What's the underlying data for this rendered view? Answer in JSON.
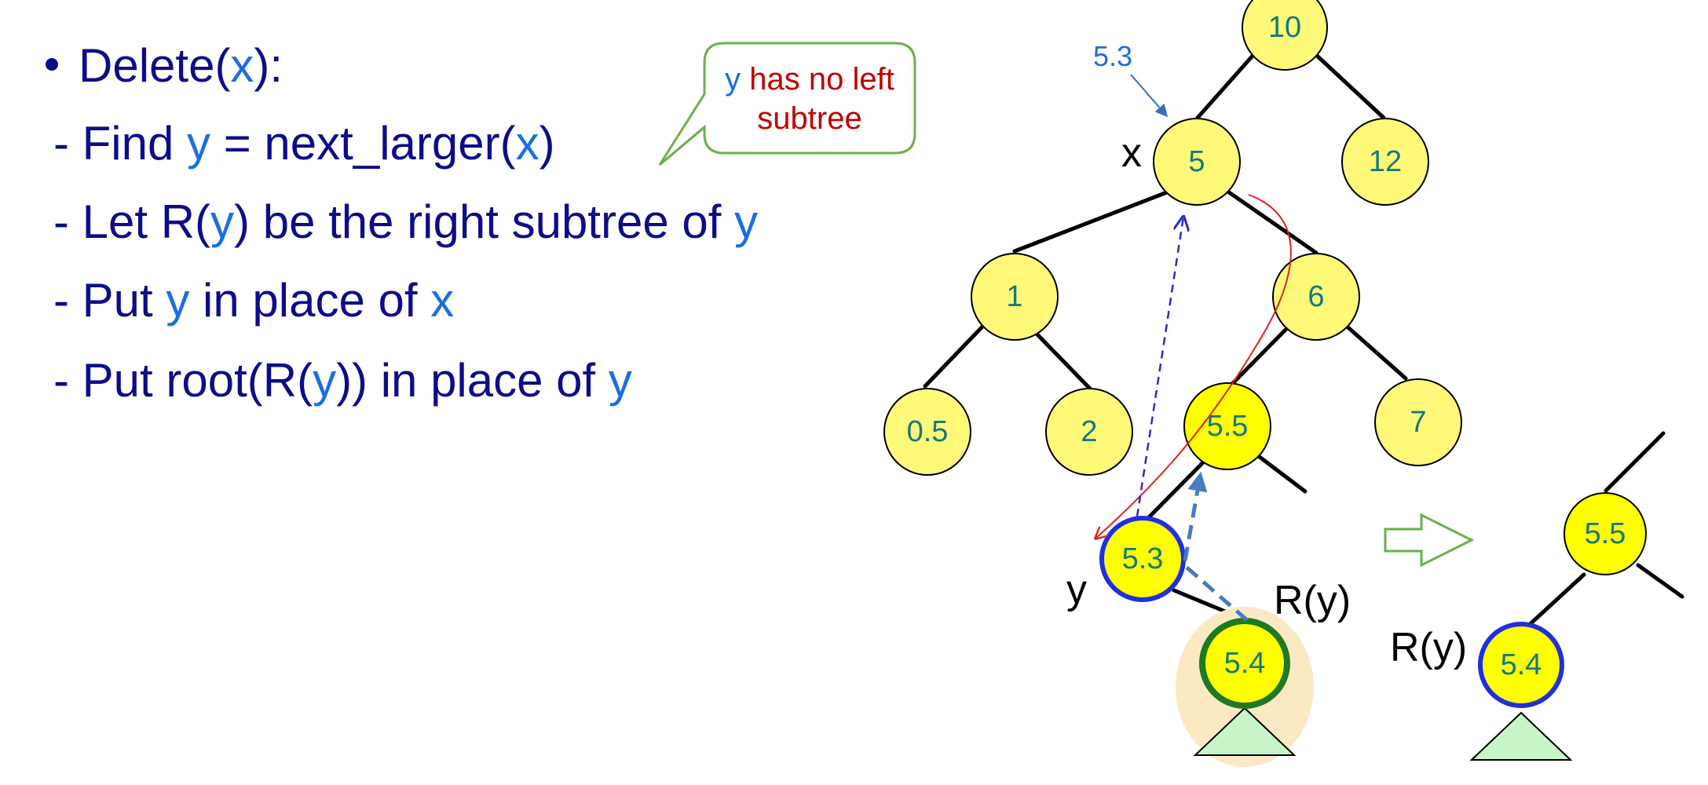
{
  "bullets": {
    "line1": {
      "a": "Delete(",
      "x": "x",
      "b": "):"
    },
    "line2": {
      "a": "- Find ",
      "y": "y",
      "b": " = next_larger(",
      "x": "x",
      "c": ")"
    },
    "line3": {
      "a": "- Let R(",
      "y1": "y",
      "b": ") be the right subtree of ",
      "y2": "y"
    },
    "line4": {
      "a": "- Put ",
      "y": "y",
      "b": " in place of ",
      "x": "x"
    },
    "line5": {
      "a": "- Put root(R(",
      "y1": "y",
      "b": ")) in place of ",
      "y2": "y"
    }
  },
  "callout": {
    "y": "y",
    "line1_rest": " has no left",
    "line2": "subtree"
  },
  "annotation_53": "5.3",
  "labels": {
    "x": "x",
    "y": "y",
    "ry_left": "R(y)",
    "ry_right": "R(y)"
  },
  "nodes": {
    "n10": "10",
    "n12": "12",
    "n5": "5",
    "n1": "1",
    "n6": "6",
    "n05": "0.5",
    "n2": "2",
    "n55": "5.5",
    "n7": "7",
    "n53": "5.3",
    "n54": "5.4",
    "r55": "5.5",
    "r54": "5.4"
  },
  "colors": {
    "text_dark": "#0c0c8a",
    "text_highlight": "#1a6fe0",
    "callout_red": "#c00000",
    "node_fill": "#fff97a",
    "node_fill_bright": "#ffff00",
    "node_ring_blue": "#1f2fe0",
    "node_ring_green": "#1e7a1e",
    "subtree_triangle": "#c8f5c8",
    "halo": "#fbe9c4",
    "callout_border": "#6ab04c",
    "arrow_red": "#e02020",
    "arrow_blue_dashed": "#2a2ad0",
    "arrow_steel": "#4a7ac0"
  }
}
